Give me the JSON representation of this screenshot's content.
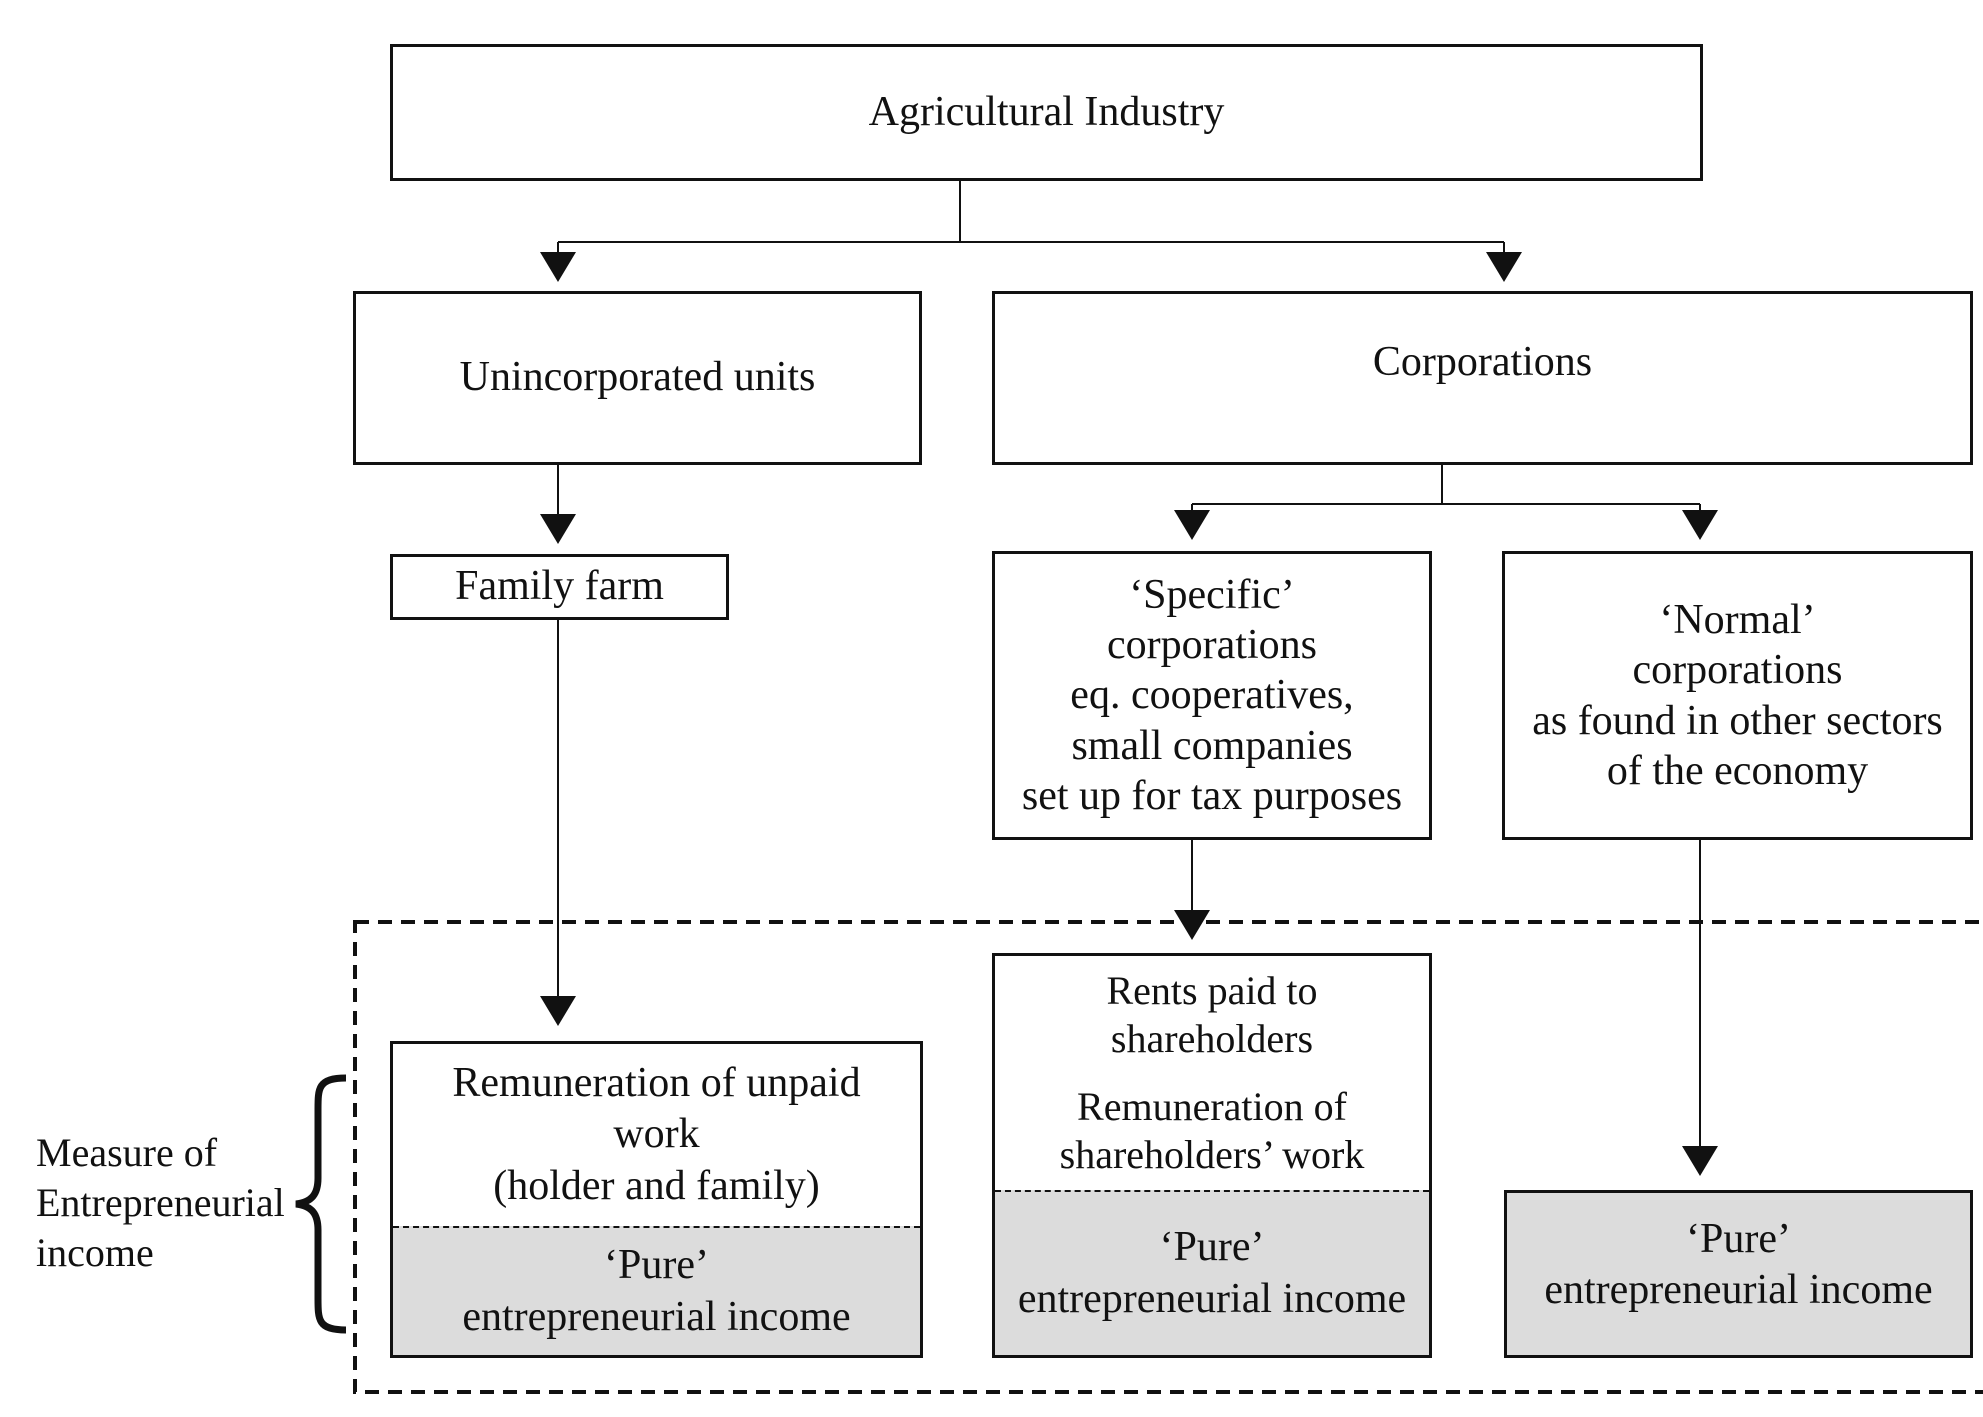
{
  "diagram": {
    "top": "Agricultural Industry",
    "unincorporated": "Unincorporated units",
    "corporations": "Corporations",
    "family_farm": "Family farm",
    "specific_corp": "‘Specific’\ncorporations\neq. cooperatives,\nsmall companies\nset up for tax purposes",
    "normal_corp": "‘Normal’\ncorporations\nas found in other sectors\nof the economy",
    "remuneration_unpaid": "Remuneration of unpaid\nwork\n(holder and family)",
    "pure_income_left": "‘Pure’\nentrepreneurial income",
    "rents_paid": "Rents paid to\nshareholders",
    "remuneration_shareholders": "Remuneration of\nshareholders’ work",
    "pure_income_mid": "‘Pure’\nentrepreneurial income",
    "pure_income_right": "‘Pure’\nentrepreneurial income",
    "measure_label": "Measure of\nEntrepreneurial\nincome"
  },
  "colors": {
    "line": "#111111",
    "shade": "#dcdcdc"
  }
}
